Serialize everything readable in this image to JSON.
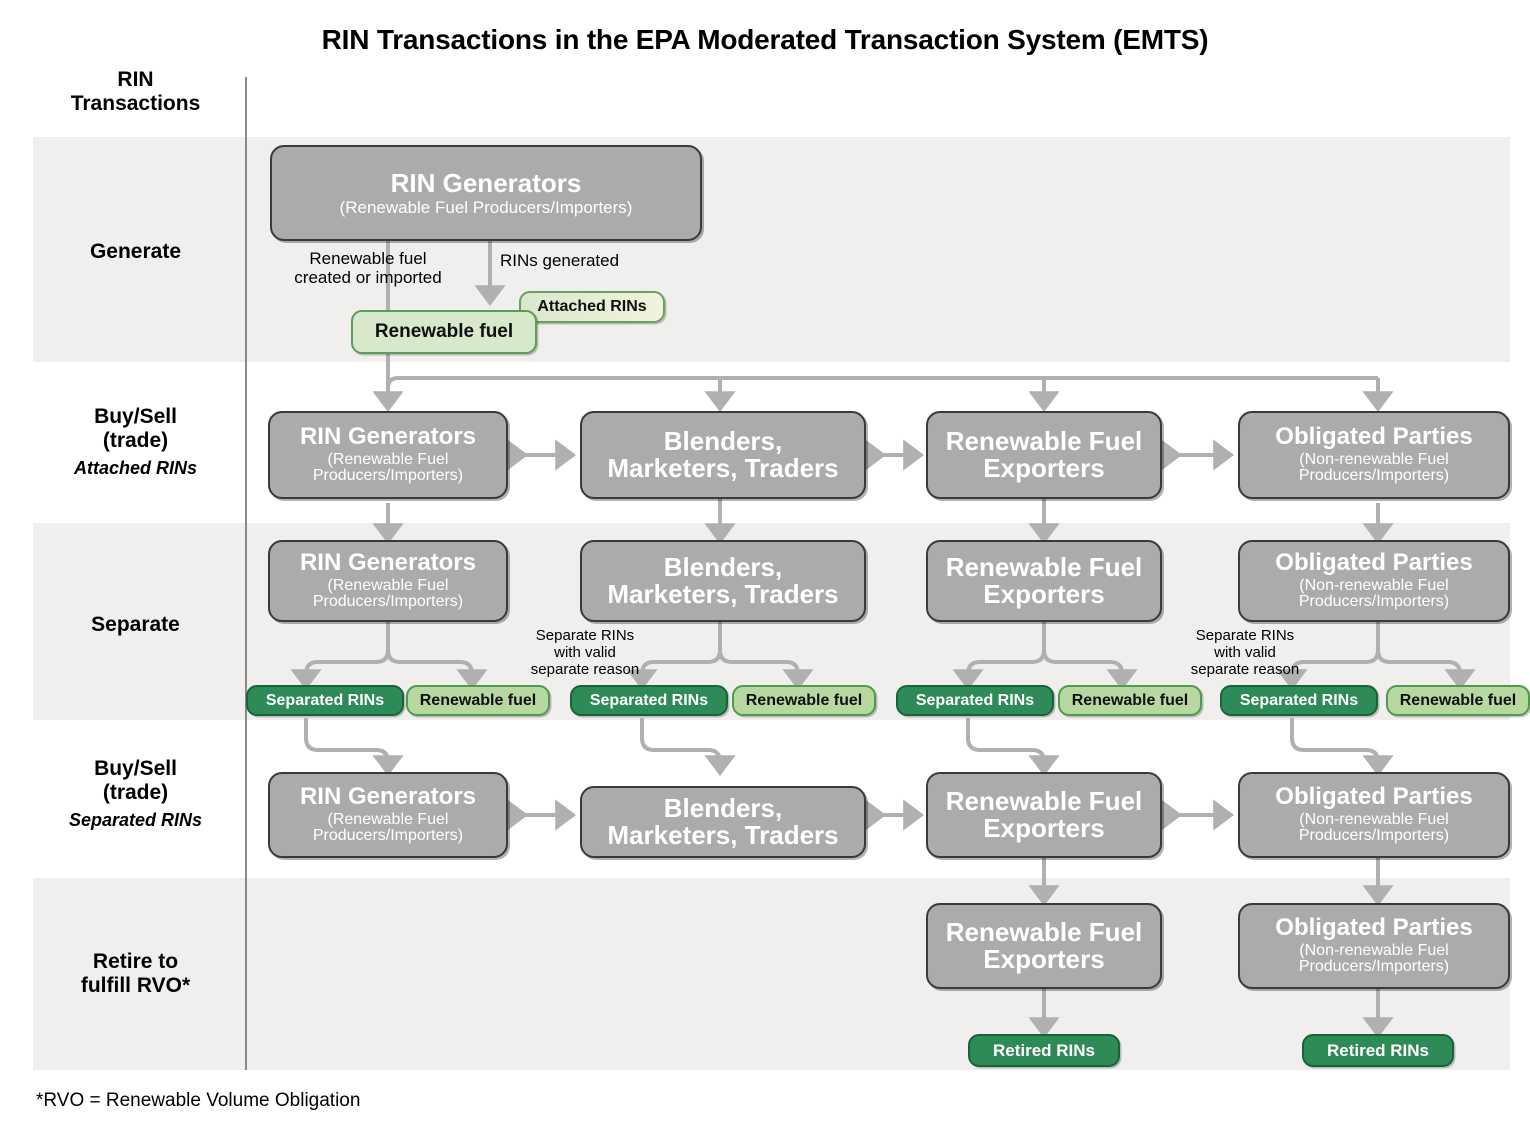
{
  "title": "RIN Transactions in the EPA Moderated Transaction System (EMTS)",
  "axis_header": "RIN\nTransactions",
  "footnote": "*RVO = Renewable Volume Obligation",
  "colors": {
    "band": "#f0efed",
    "node_fill": "#ababab",
    "node_border": "#3a3a3a",
    "rin_dark_green": "#2e8b57",
    "fuel_light_green": "#b8d8a2",
    "arrow_gray": "#b0b0b0",
    "divider": "#8a8a8a"
  },
  "axis": {
    "header_line1": "RIN",
    "header_line2": "Transactions"
  },
  "stages": [
    {
      "name": "generate",
      "main": "Generate",
      "sub": ""
    },
    {
      "name": "buysell-attached",
      "main_line1": "Buy/Sell",
      "main_line2": "(trade)",
      "sub": "Attached RINs"
    },
    {
      "name": "separate",
      "main": "Separate",
      "sub": ""
    },
    {
      "name": "buysell-separated",
      "main_line1": "Buy/Sell",
      "main_line2": "(trade)",
      "sub": "Separated RINs"
    },
    {
      "name": "retire",
      "main_line1": "Retire to",
      "main_line2": "fulfill RVO*",
      "sub": ""
    }
  ],
  "entities": {
    "rin_generators": {
      "title": "RIN Generators",
      "subtitle_line1": "(Renewable Fuel",
      "subtitle_line2": "Producers/Importers)"
    },
    "blenders": {
      "title_line1": "Blenders,",
      "title_line2": "Marketers, Traders"
    },
    "exporters": {
      "title_line1": "Renewable Fuel",
      "title_line2": "Exporters"
    },
    "obligated": {
      "title": "Obligated Parties",
      "subtitle_line1": "(Non-renewable Fuel",
      "subtitle_line2": "Producers/Importers)"
    }
  },
  "generate_row": {
    "top_node_title": "RIN Generators",
    "top_node_subtitle": "(Renewable Fuel Producers/Importers)",
    "edge_label_left_line1": "Renewable fuel",
    "edge_label_left_line2": "created or imported",
    "edge_label_right": "RINs generated",
    "fuel_pill": "Renewable fuel",
    "attached_pill": "Attached RINs"
  },
  "separate_row": {
    "note_line1": "Separate RINs",
    "note_line2": "with valid",
    "note_line3": "separate reason",
    "separated_pill": "Separated RINs",
    "fuel_pill": "Renewable fuel"
  },
  "retire_row": {
    "retired_pill": "Retired RINs"
  },
  "columns": [
    "RIN Generators",
    "Blenders, Marketers, Traders",
    "Renewable Fuel Exporters",
    "Obligated Parties"
  ]
}
